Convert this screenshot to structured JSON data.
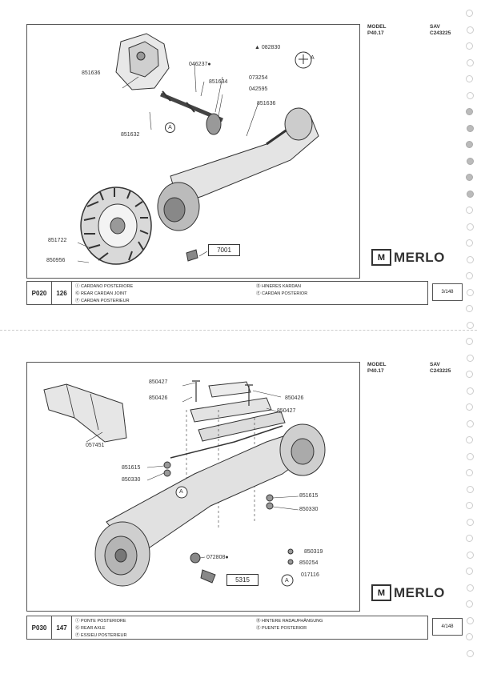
{
  "pages": [
    {
      "model_label": "MODEL",
      "model_value": "P40.17",
      "sav_label": "SAV",
      "sav_value": "C243225",
      "callouts": {
        "c082830": "▲ 082830",
        "c046237": "046237●",
        "c851634": "851634",
        "c073254": "073254",
        "c042595": "042595",
        "c851636a": "851636",
        "c851636b": "851636",
        "c851632": "851632",
        "c851722": "851722",
        "c850956": "850956",
        "marker_a1": "A",
        "marker_a2": "A"
      },
      "box_label": "7001",
      "logo_text": "MERLO",
      "footer": {
        "code": "P020",
        "page": "126",
        "desc_1": "CARDANO POSTERIORE",
        "desc_2": "REAR CARDAN JOINT",
        "desc_3": "CARDAN POSTERIEUR",
        "desc_4": "HINERES KARDAN",
        "desc_5": "CARDAN POSTERIOR",
        "sheet": "3/148"
      }
    },
    {
      "model_label": "MODEL",
      "model_value": "P40.17",
      "sav_label": "SAV",
      "sav_value": "C243225",
      "callouts": {
        "c850427a": "850427",
        "c850426a": "850426",
        "c850426b": "850426",
        "c850427b": "850427",
        "c057451": "057451",
        "c851615a": "851615",
        "c850330a": "850330",
        "c851615b": "851615",
        "c850330b": "850330",
        "c072808": "072808●",
        "c850319": "850319",
        "c850254": "850254",
        "c017116": "017116",
        "marker_a1": "A",
        "marker_a2": "A"
      },
      "box_label": "5315",
      "logo_text": "MERLO",
      "footer": {
        "code": "P030",
        "page": "147",
        "desc_1": "PONTE POSTERIORE",
        "desc_2": "REAR AXLE",
        "desc_3": "ESSIEU POSTERIEUR",
        "desc_4": "HINTERE RADAUFHÄNGUNG",
        "desc_5": "PUENTE POSTERIOR",
        "sheet": "4/148"
      }
    }
  ]
}
